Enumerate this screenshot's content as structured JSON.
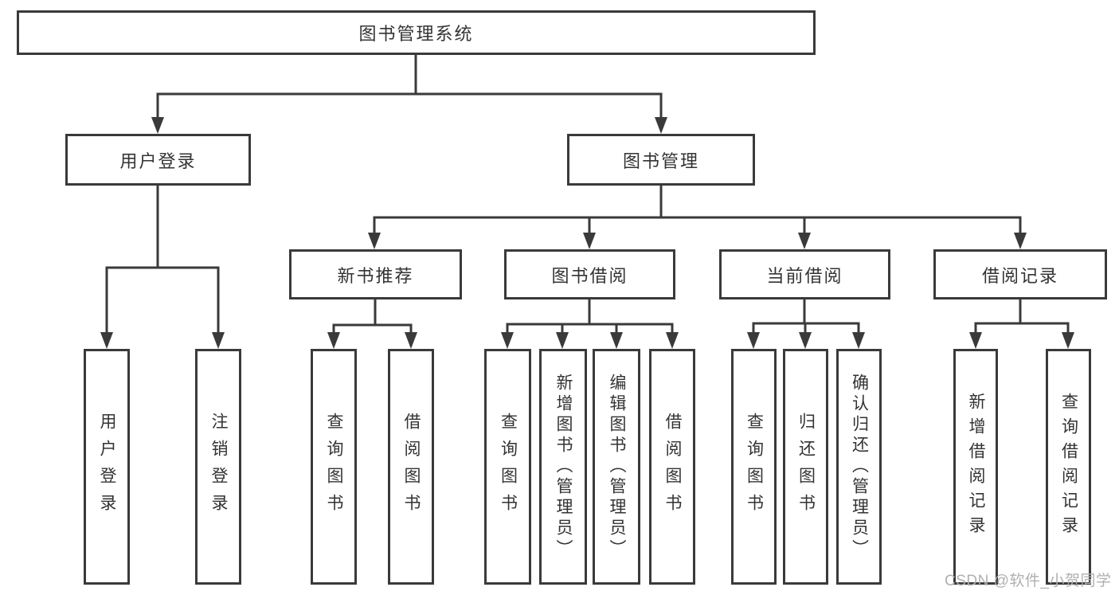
{
  "diagram": {
    "type": "hierarchy-diagram",
    "watermark": "CSDN @软件_小贺同学",
    "colors": {
      "background": "#ffffff",
      "line": "#3a3a3a",
      "box_border": "#3a3a3a",
      "text": "#333333",
      "watermark": "#b0b0b0"
    },
    "root": {
      "label": "图书管理系统"
    },
    "branches": [
      {
        "label": "用户登录",
        "children": [
          {
            "label": "用户登录"
          },
          {
            "label": "注销登录"
          }
        ]
      },
      {
        "label": "图书管理",
        "children": [
          {
            "label": "新书推荐",
            "children": [
              {
                "label": "查询图书"
              },
              {
                "label": "借阅图书"
              }
            ]
          },
          {
            "label": "图书借阅",
            "children": [
              {
                "label": "查询图书"
              },
              {
                "label": "新增图书（管理员）"
              },
              {
                "label": "编辑图书（管理员）"
              },
              {
                "label": "借阅图书"
              }
            ]
          },
          {
            "label": "当前借阅",
            "children": [
              {
                "label": "查询图书"
              },
              {
                "label": "归还图书"
              },
              {
                "label": "确认归还（管理员）"
              }
            ]
          },
          {
            "label": "借阅记录",
            "children": [
              {
                "label": "新增借阅记录"
              },
              {
                "label": "查询借阅记录"
              }
            ]
          }
        ]
      }
    ]
  }
}
